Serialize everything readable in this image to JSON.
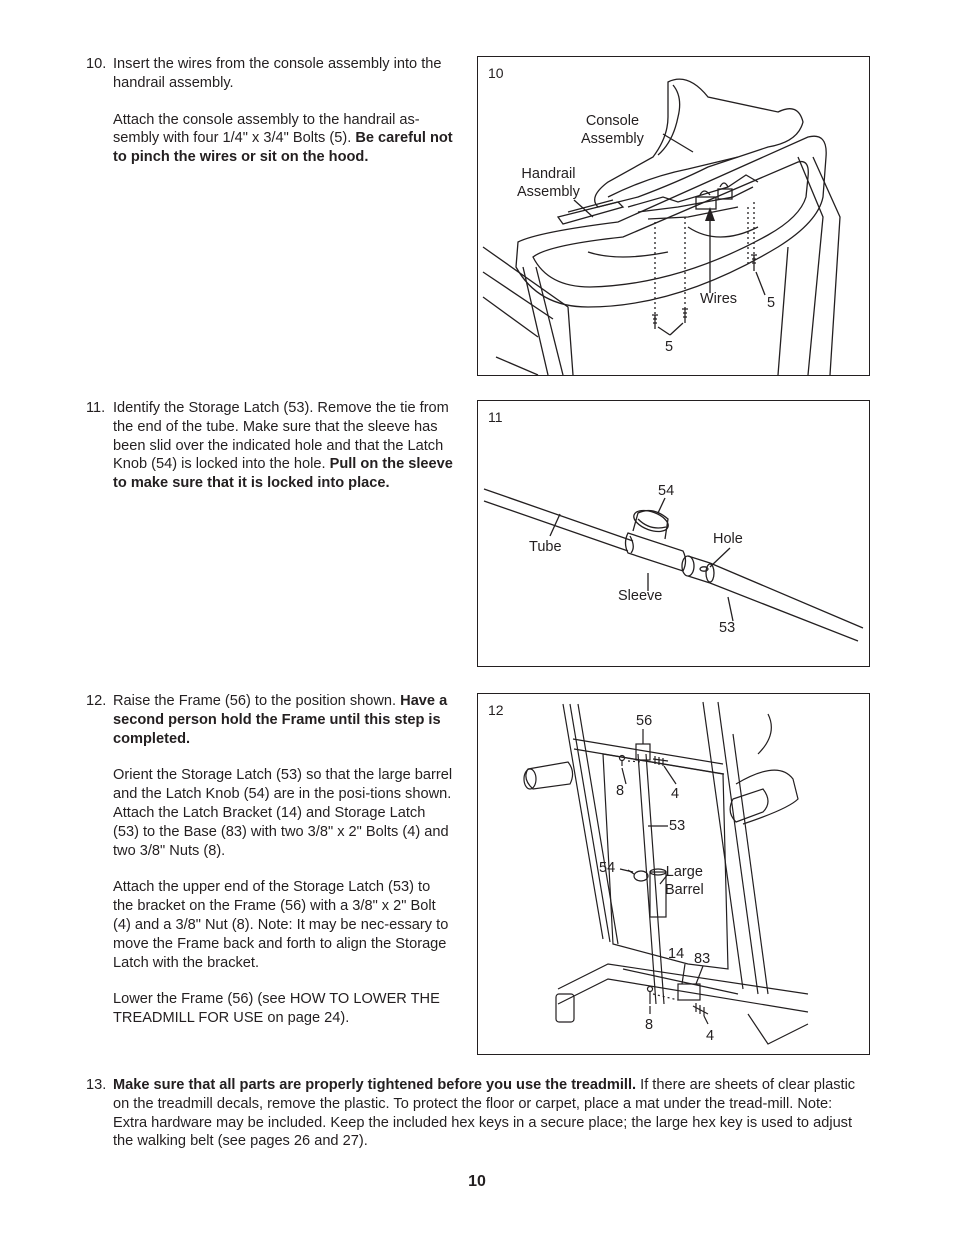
{
  "step10": {
    "number": "10.",
    "p1": "Insert the wires from the console assembly into the handrail assembly.",
    "p2_normal": "Attach the console assembly to the handrail as-sembly with four 1/4\" x 3/4\" Bolts (5). ",
    "p2_bold": "Be careful not to pinch the wires or sit on the hood."
  },
  "step11": {
    "number": "11.",
    "p1_normal": "Identify the Storage Latch (53). Remove the tie from the end of the tube. Make sure that the sleeve has been slid over the indicated hole and that the Latch Knob (54) is locked into the hole. ",
    "p1_bold": "Pull on the sleeve to make sure that it is locked into place."
  },
  "step12": {
    "number": "12.",
    "p1_normal": "Raise the Frame (56) to the position shown. ",
    "p1_bold": "Have a second person hold the Frame until this step is completed.",
    "p2": "Orient the Storage Latch (53) so that the large barrel and the Latch Knob (54) are in the posi-tions shown. Attach the Latch Bracket (14) and Storage Latch (53) to the Base (83) with two 3/8\" x 2\" Bolts (4) and two 3/8\" Nuts (8).",
    "p3": "Attach the upper end of the Storage Latch (53) to the bracket on the Frame (56) with a 3/8\" x 2\" Bolt (4) and a 3/8\" Nut (8). Note: It may be nec-essary to move the Frame back and forth to align the Storage Latch with the bracket.",
    "p4": "Lower the Frame (56) (see HOW TO LOWER THE TREADMILL FOR USE on page 24)."
  },
  "step13": {
    "number": "13.",
    "bold": "Make sure that all parts are properly tightened before you use the treadmill.",
    "normal": " If there are sheets of clear plastic on the treadmill decals, remove the plastic. To protect the floor or carpet, place a mat under the tread-mill. Note: Extra hardware may be included. Keep the included hex keys in a secure place; the large hex key is used to adjust the walking belt (see pages 26 and 27)."
  },
  "fig10": {
    "number": "10",
    "console_line1": "Console",
    "console_line2": "Assembly",
    "handrail_line1": "Handrail",
    "handrail_line2": "Assembly",
    "wires": "Wires",
    "bolt_right": "5",
    "bolt_bottom": "5"
  },
  "fig11": {
    "number": "11",
    "knob": "54",
    "tube": "Tube",
    "hole": "Hole",
    "sleeve": "Sleeve",
    "latch": "53"
  },
  "fig12": {
    "number": "12",
    "frame": "56",
    "nut_top": "8",
    "bolt_top": "4",
    "latch": "53",
    "knob": "54",
    "barrel_line1": "Large",
    "barrel_line2": "Barrel",
    "bracket": "14",
    "base": "83",
    "nut_bottom": "8",
    "bolt_bottom": "4"
  },
  "page_number": "10"
}
